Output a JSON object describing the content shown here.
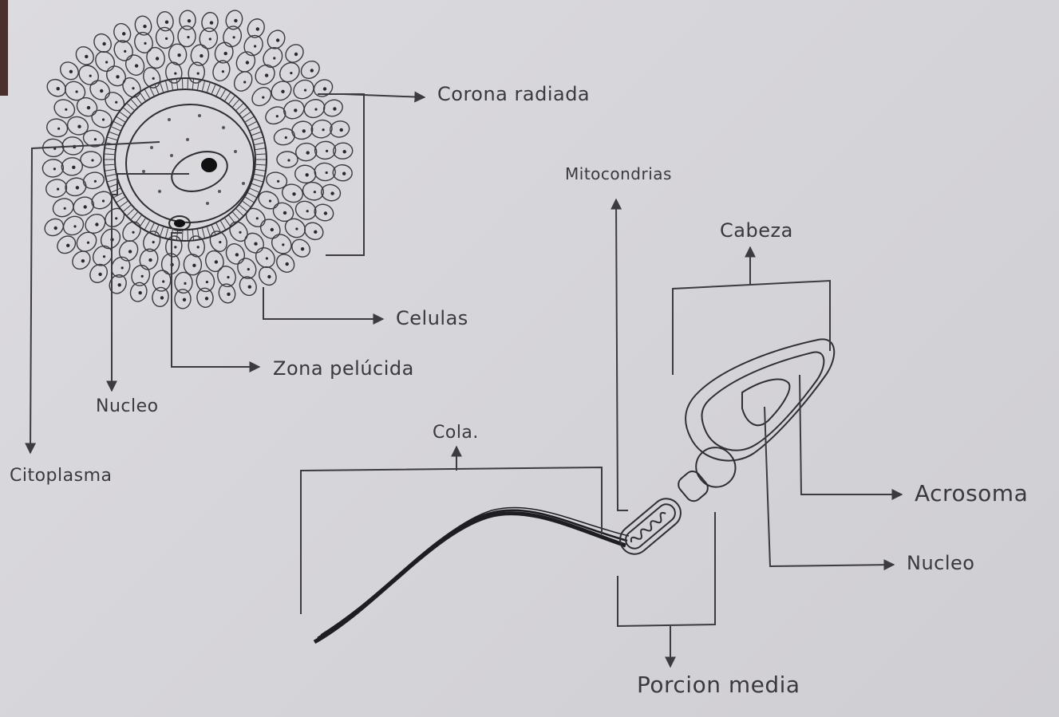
{
  "ovule": {
    "labels": {
      "corona": "Corona radiada",
      "celulas": "Celulas",
      "zona": "Zona pelúcida",
      "nucleo": "Nucleo",
      "citoplasma": "Citoplasma"
    }
  },
  "sperm": {
    "labels": {
      "mitocondrias": "Mitocondrias",
      "cabeza": "Cabeza",
      "cola": "Cola.",
      "acrosoma": "Acrosoma",
      "nucleo": "Nucleo",
      "porcion": "Porcion media"
    }
  }
}
